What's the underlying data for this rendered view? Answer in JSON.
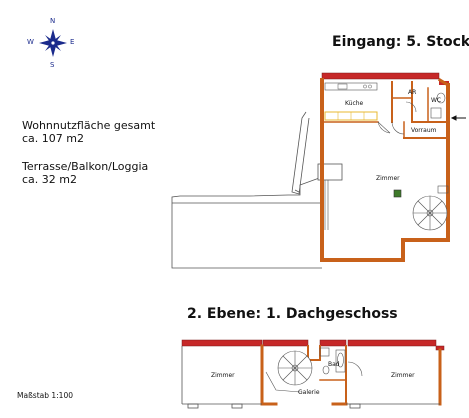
{
  "compass": {
    "n": "N",
    "s": "S",
    "w": "W",
    "e": "E"
  },
  "info": {
    "line1": "Wohnnutzfläche  gesamt",
    "line2": "ca. 107 m2",
    "line3": "Terrasse/Balkon/Loggia",
    "line4": "ca. 32 m2"
  },
  "floor1": {
    "title": "Eingang: 5. Stock",
    "rooms": {
      "kueche": "Küche",
      "ar": "AR",
      "wc": "WC",
      "vorraum": "Vorraum",
      "zimmer": "Zimmer"
    }
  },
  "floor2": {
    "title": "2. Ebene: 1. Dachgeschoss",
    "rooms": {
      "zimmer_left": "Zimmer",
      "bad": "Bad",
      "zimmer_right": "Zimmer",
      "galerie": "Galerie"
    }
  },
  "scale": "Maßstab  1:100",
  "colors": {
    "wall": "#c8611a",
    "roof": "#c62828",
    "outline": "#555555",
    "kitchen": "#e8b830",
    "compass": "#1a2a8c"
  }
}
